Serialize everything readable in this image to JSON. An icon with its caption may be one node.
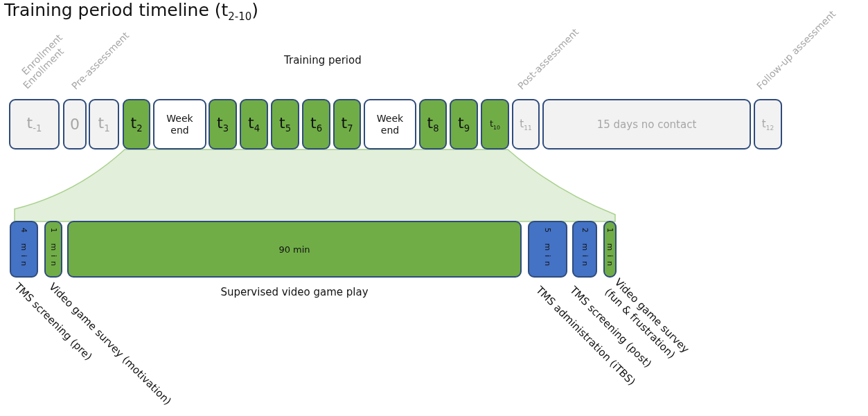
{
  "diagram": {
    "title": "Training period timeline (t$_{2-10}$)",
    "nodes": [
      {
        "text": [
          "t$_{-1}$"
        ],
        "beside": [
          "Enrollment"
        ]
      },
      {
        "text": [
          "0"
        ],
        "beside": [
          "Enrollment"
        ]
      },
      {
        "text": [
          "t$_{1}$"
        ],
        "beside": [
          "Pre-assessment"
        ]
      },
      {
        "text": [
          "t$_{2}$"
        ]
      },
      {
        "text": [
          "Week end"
        ]
      },
      {
        "text": [
          "t$_{3}$"
        ]
      },
      {
        "text": [
          "t$_{4}$"
        ]
      },
      {
        "text": [
          "t$_{5}$"
        ]
      },
      {
        "text": [
          "t$_{6}$"
        ]
      },
      {
        "text": [
          "t$_{7}$"
        ]
      },
      {
        "text": [
          "Week end"
        ]
      },
      {
        "text": [
          "t$_{8}$"
        ]
      },
      {
        "text": [
          "t$_{9}$"
        ]
      },
      {
        "text": [
          "t$_{10}$"
        ]
      },
      {
        "text": [
          "t$_{11}$"
        ],
        "beside": [
          "Post-assessment"
        ]
      },
      {
        "text": [
          "15 days no contact"
        ]
      },
      {
        "text": [
          "t$_{12}$"
        ],
        "beside": [
          "Follow-up assessment"
        ]
      },
      {
        "text": [
          "4 min"
        ],
        "beside": [
          "TMS screening (pre)"
        ]
      },
      {
        "text": [
          "1 min"
        ],
        "beside": [
          "Video game survey (motivation)"
        ]
      },
      {
        "text": [
          "90 min"
        ],
        "beside": [
          "Supervised video game play"
        ]
      },
      {
        "text": [
          "5 min"
        ],
        "beside": [
          "TMS administration (iTBS)"
        ]
      },
      {
        "text": [
          "2 min"
        ],
        "beside": [
          "TMS screening (post)"
        ]
      },
      {
        "text": [
          "1 min"
        ],
        "beside": [
          "Video game survey (fun & frustration)"
        ]
      },
      {
        "text": [],
        "shape": "band"
      }
    ],
    "labels": [
      "Training period"
    ]
  }
}
